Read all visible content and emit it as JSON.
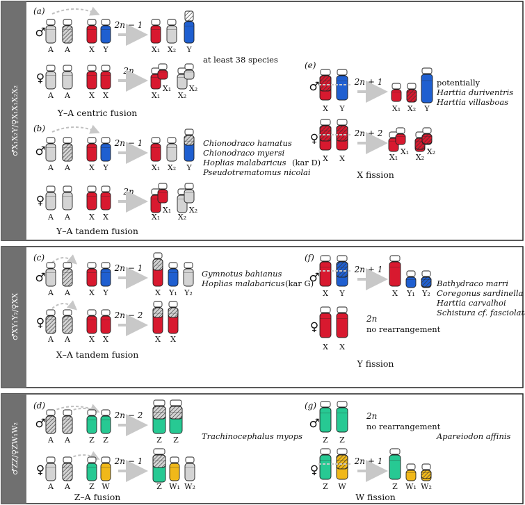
{
  "panels": {
    "p1": {
      "side": "♂X₁X₂Y/♀X₁X₁X₂X₂"
    },
    "p2": {
      "side": "♂XY₁Y₂/♀XX"
    },
    "p3": {
      "side": "♂ZZ/♀ZW₁W₂"
    }
  },
  "subpanels": {
    "a": {
      "letter": "(a)",
      "male_formula": "2n − 1",
      "female_formula": "2n",
      "caption": "Y–A centric fusion",
      "species": [
        "at least 38 species"
      ]
    },
    "b": {
      "letter": "(b)",
      "male_formula": "2n − 1",
      "female_formula": "2n",
      "caption": "Y–A tandem fusion",
      "species": [
        "Chionodraco hamatus",
        "Chionodraco myersi",
        "Hoplias malabaricus",
        "Pseudotrematomus nicolai"
      ],
      "species_note": "(kar D)"
    },
    "c": {
      "letter": "(c)",
      "male_formula": "2n − 1",
      "female_formula": "2n − 2",
      "caption": "X–A tandem fusion",
      "species": [
        "Gymnotus bahianus",
        "Hoplias malabaricus"
      ],
      "species_note": "(kar G)"
    },
    "d": {
      "letter": "(d)",
      "male_formula": "2n − 2",
      "female_formula": "2n − 1",
      "caption": "Z–A fusion",
      "species": [
        "Trachinocephalus myops"
      ]
    },
    "e": {
      "letter": "(e)",
      "male_formula": "2n + 1",
      "female_formula": "2n + 2",
      "caption": "X fission",
      "species_intro": "potentially",
      "species": [
        "Harttia duriventris",
        "Harttia villasboas"
      ]
    },
    "f": {
      "letter": "(f)",
      "male_formula": "2n + 1",
      "female_formula": "2n",
      "female_note": "no rearrangement",
      "caption": "Y fission",
      "species": [
        "Bathydraco marri",
        "Coregonus sardinella",
        "Harttia carvalhoi",
        "Schistura cf. fasciolata"
      ]
    },
    "g": {
      "letter": "(g)",
      "male_formula": "2n",
      "male_note": "no rearrangement",
      "female_formula": "2n + 1",
      "caption": "W fission",
      "species": [
        "Apareiodon affinis"
      ]
    }
  },
  "symbols": {
    "male": "♂",
    "female": "♀"
  },
  "chrom_labels": {
    "A": "A",
    "X": "X",
    "Y": "Y",
    "Z": "Z",
    "W": "W",
    "X1": "X₁",
    "X2": "X₂",
    "Y1": "Y₁",
    "Y2": "Y₂",
    "W1": "W₁",
    "W2": "W₂"
  },
  "colors": {
    "red": "#d8192f",
    "blue": "#1f5fd0",
    "grey": "#d4d4d4",
    "green": "#27c993",
    "yellow": "#f0b81a",
    "sidebar": "#707070",
    "arrow": "#c8c8c8"
  }
}
